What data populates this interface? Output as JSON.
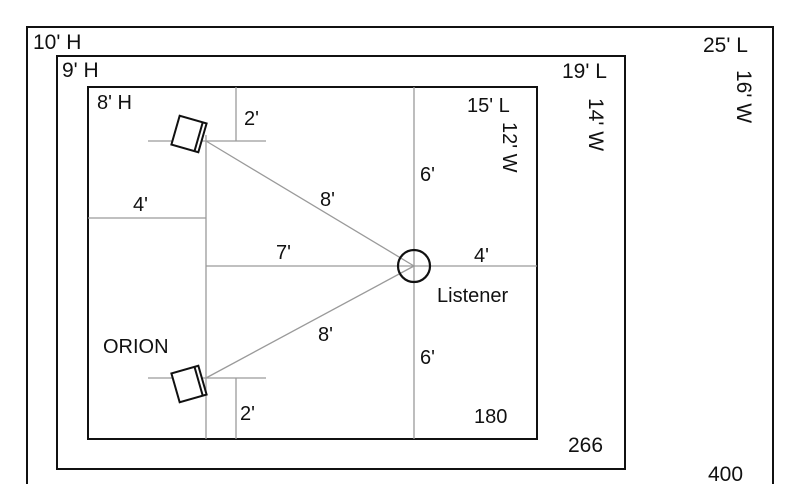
{
  "rooms": {
    "large": {
      "height": "10' H",
      "length": "25' L",
      "width": "16' W",
      "area": "400"
    },
    "medium": {
      "height": "9' H",
      "length": "19' L",
      "width": "14' W",
      "area": "266"
    },
    "small": {
      "height": "8' H",
      "length": "15' L",
      "width": "12' W",
      "area": "180"
    }
  },
  "speaker_name": "ORION",
  "listener_label": "Listener",
  "distances": {
    "speaker_to_listener_top": "8'",
    "speaker_to_listener_bottom": "8'",
    "speaker_plane_to_listener": "7'",
    "listener_to_rear": "4'",
    "speaker_to_front_wall": "4'",
    "top_speaker_to_side_wall": "2'",
    "bottom_speaker_to_side_wall": "2'",
    "listener_to_top_wall": "6'",
    "listener_to_bottom_wall": "6'"
  },
  "colors": {
    "wall": "#111111",
    "guide_line": "#9a9a9a"
  }
}
